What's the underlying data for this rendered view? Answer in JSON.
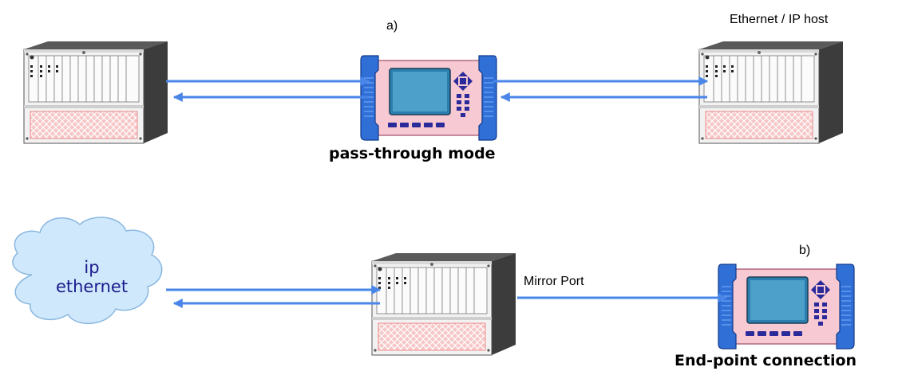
{
  "labels": {
    "a": "a)",
    "b": "b)",
    "ethernet_host": "Ethernet / IP host",
    "pass_through": "pass-through mode",
    "mirror_port": "Mirror Port",
    "end_point": "End-point connection"
  },
  "cloud": {
    "line1": "ip",
    "line2": "ethernet"
  },
  "colors": {
    "arrow": "#4a86e8",
    "rack_front": "#f2f2f2",
    "rack_side": "#3c3c3c",
    "rack_panel": "#f6c2c2",
    "tester_frame": "#2f6fd6",
    "tester_body": "#f7c9d2",
    "tester_screen": "#3b8fb9",
    "tester_keys": "#2a2a9a",
    "cloud_fill": "#cfe8fb",
    "cloud_text": "#1a1a8c"
  },
  "icons": [
    "network-rack-icon",
    "handheld-tester-icon",
    "cloud-icon",
    "arrow-icon"
  ]
}
